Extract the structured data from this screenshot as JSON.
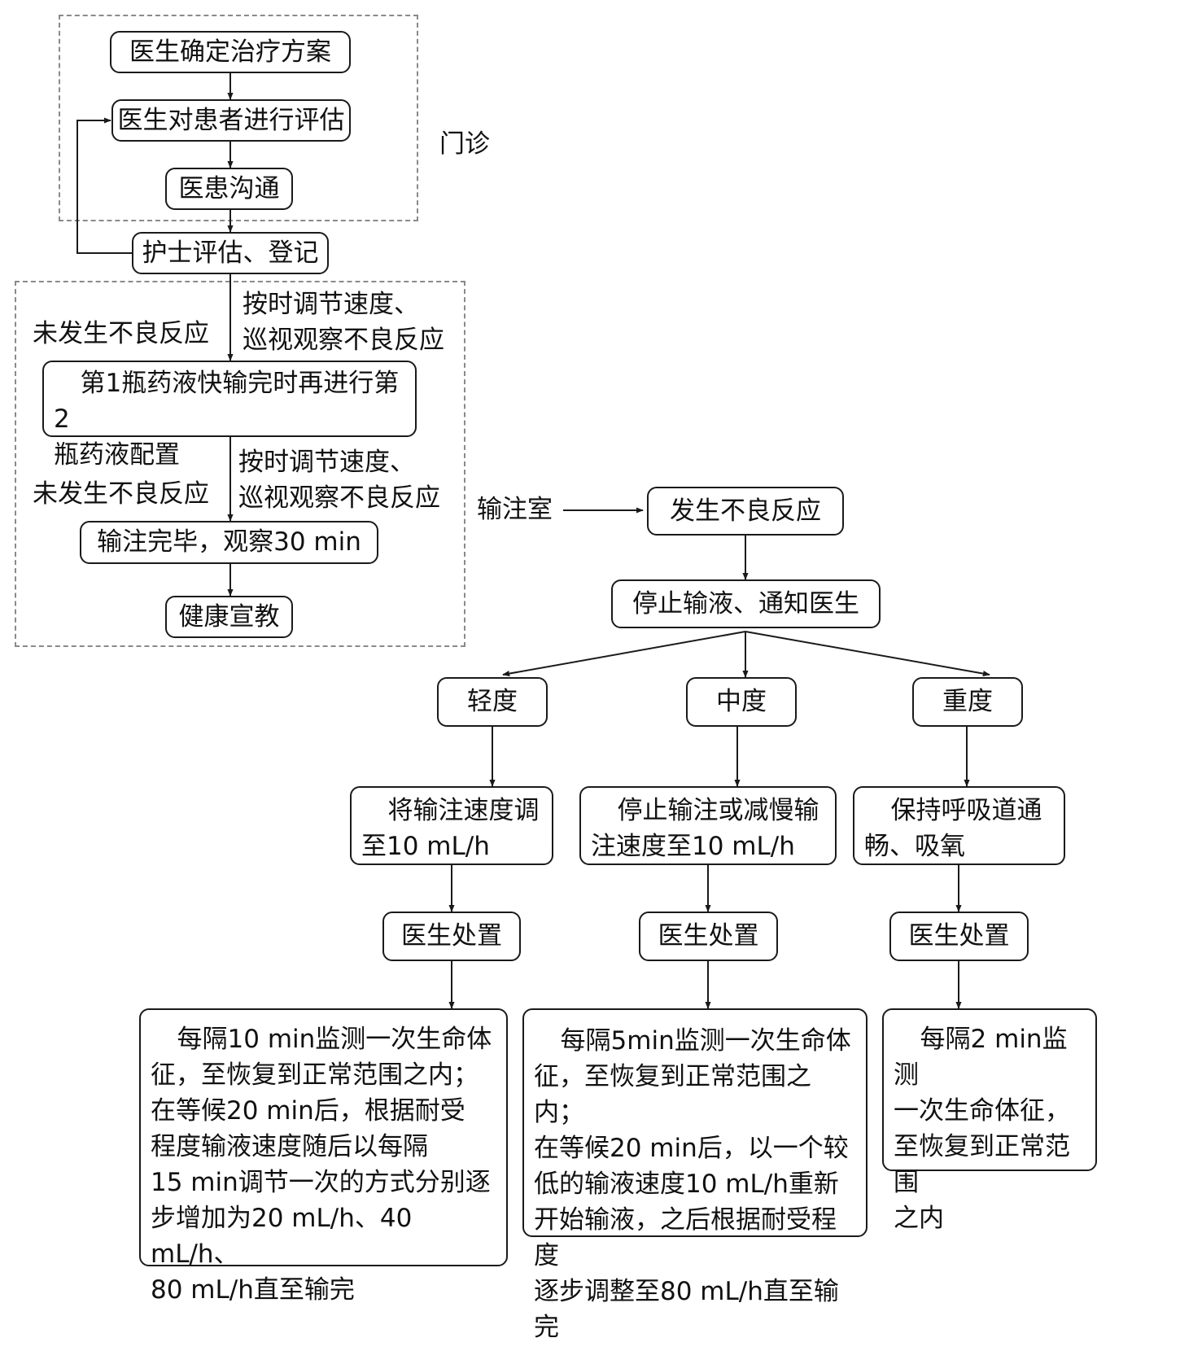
{
  "outpatient": {
    "label": "门诊",
    "steps": [
      "医生确定治疗方案",
      "医生对患者进行评估",
      "医患沟通"
    ]
  },
  "nurse_step": "护士评估、登记",
  "infusion_room": {
    "label": "输注室",
    "no_reaction_label": "未发生不良反应",
    "adjust_label_1": "按时调节速度、",
    "adjust_label_2": "巡视观察不良反应",
    "bottle_line1": "第1瓶药液快输完时再进行第2",
    "bottle_line2": "瓶药液配置",
    "finish": "输注完毕，观察30 min",
    "education": "健康宣教"
  },
  "adverse": {
    "title": "发生不良反应",
    "stop": "停止输液、通知医生",
    "doctor_label": "医生处置",
    "branches": [
      {
        "severity": "轻度",
        "action_lines": [
          "将输注速度调",
          "至10 mL/h"
        ],
        "monitor_lines": [
          "每隔10 min监测一次生命体",
          "征，至恢复到正常范围之内；",
          "在等候20 min后，根据耐受",
          "程度输液速度随后以每隔",
          "15 min调节一次的方式分别逐",
          "步增加为20 mL/h、40 mL/h、",
          "80 mL/h直至输完"
        ]
      },
      {
        "severity": "中度",
        "action_lines": [
          "停止输注或减慢输",
          "注速度至10 mL/h"
        ],
        "monitor_lines": [
          "每隔5min监测一次生命体",
          "征，至恢复到正常范围之内；",
          "在等候20 min后，以一个较",
          "低的输液速度10 mL/h重新",
          "开始输液，之后根据耐受程度",
          "逐步调整至80 mL/h直至输完"
        ]
      },
      {
        "severity": "重度",
        "action_lines": [
          "保持呼吸道通",
          "畅、吸氧"
        ],
        "monitor_lines": [
          "每隔2 min监测",
          "一次生命体征，",
          "至恢复到正常范围",
          "之内"
        ]
      }
    ]
  }
}
